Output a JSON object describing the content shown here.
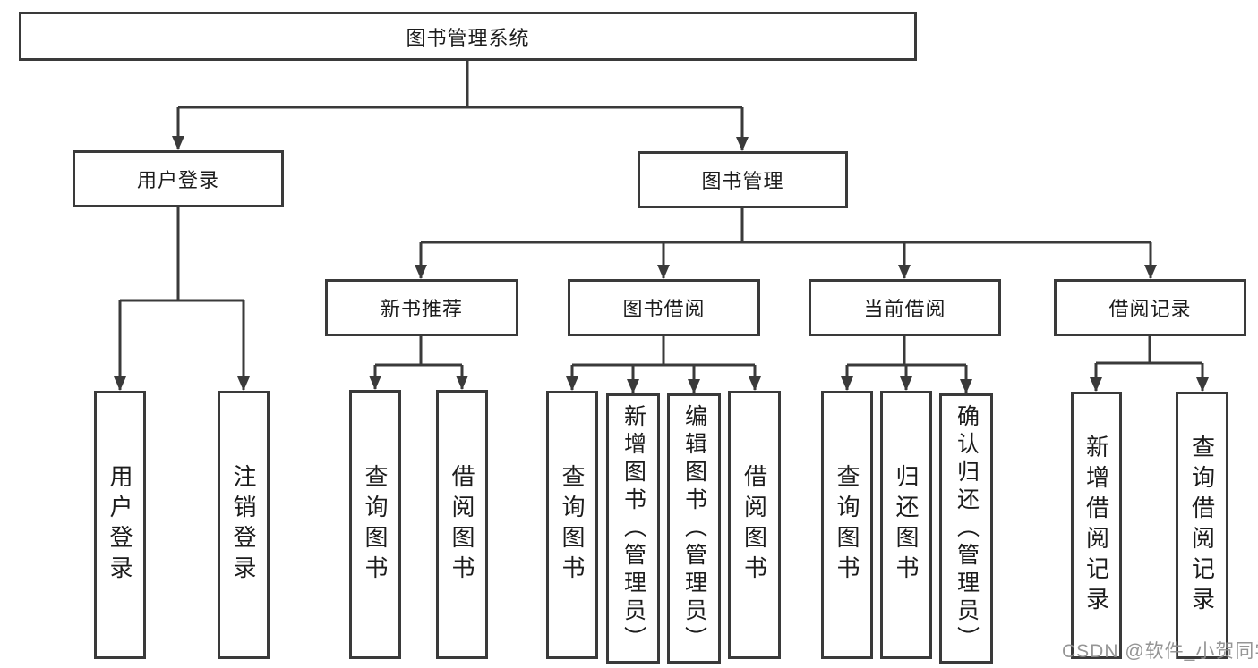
{
  "diagram": {
    "root": {
      "label": "图书管理系统",
      "children": [
        {
          "label": "用户登录",
          "children": [
            {
              "label": "用户登录"
            },
            {
              "label": "注销登录"
            }
          ]
        },
        {
          "label": "图书管理",
          "children": [
            {
              "label": "新书推荐",
              "children": [
                {
                  "label": "查询图书"
                },
                {
                  "label": "借阅图书"
                }
              ]
            },
            {
              "label": "图书借阅",
              "children": [
                {
                  "label": "查询图书"
                },
                {
                  "label": "新增图书（管理员）"
                },
                {
                  "label": "编辑图书（管理员）"
                },
                {
                  "label": "借阅图书"
                }
              ]
            },
            {
              "label": "当前借阅",
              "children": [
                {
                  "label": "查询图书"
                },
                {
                  "label": "归还图书"
                },
                {
                  "label": "确认归还（管理员）"
                }
              ]
            },
            {
              "label": "借阅记录",
              "children": [
                {
                  "label": "新增借阅记录"
                },
                {
                  "label": "查询借阅记录"
                }
              ]
            }
          ]
        }
      ]
    }
  },
  "watermark": {
    "text": "CSDN @软件_小贺同学"
  },
  "colors": {
    "line": "#3a3a3a",
    "text": "#1c1c1c",
    "watermark": "#8c8c8c",
    "background": "#ffffff"
  }
}
